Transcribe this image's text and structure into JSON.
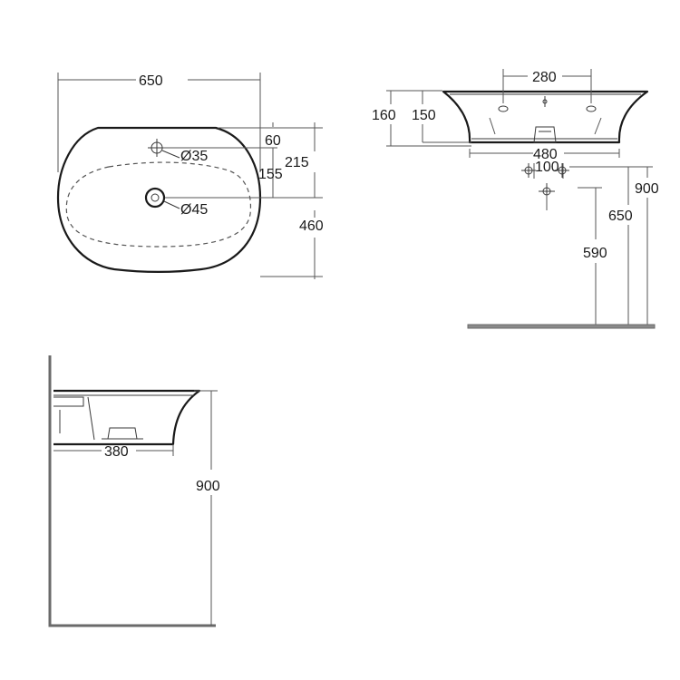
{
  "plan_view": {
    "overall_width": "650",
    "depth_to_tap": "60",
    "depth_to_waste": "155",
    "depth_215": "215",
    "overall_depth": "460",
    "tap_hole": "Ø35",
    "waste_hole": "Ø45"
  },
  "front_view": {
    "tap_spacing": "280",
    "height_160": "160",
    "height_150": "150",
    "bowl_width": "480",
    "trap_spacing": "100",
    "overall_height": "900",
    "inlet_height": "650",
    "trap_height": "590"
  },
  "side_view": {
    "projection": "380",
    "overall_height": "900"
  }
}
